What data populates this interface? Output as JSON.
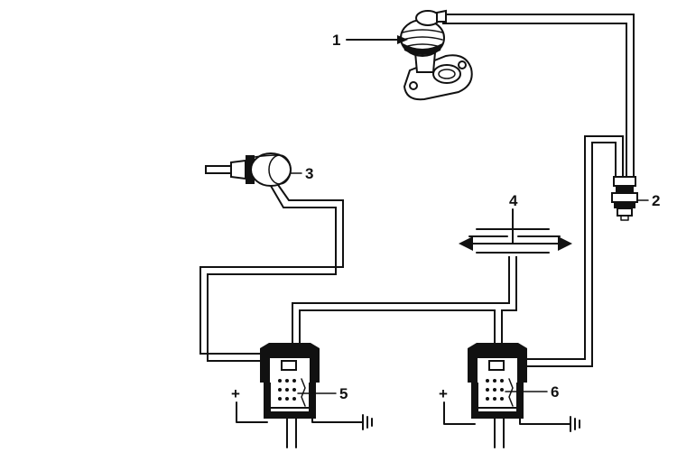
{
  "labels": {
    "l1": "1",
    "l2": "2",
    "l3": "3",
    "l4": "4",
    "l5": "5",
    "l6": "6"
  },
  "plus": {
    "left": "+",
    "right": "+"
  }
}
